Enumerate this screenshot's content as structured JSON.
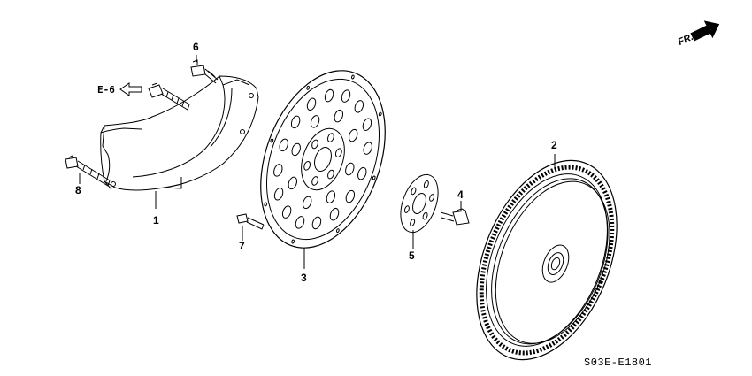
{
  "callouts": {
    "c1": "1",
    "c2": "2",
    "c3": "3",
    "c4": "4",
    "c5": "5",
    "c6": "6",
    "c7": "7",
    "c8": "8"
  },
  "reference_label": "E-6",
  "front_label": "FR.",
  "diagram_code": "S03E-E1801",
  "colors": {
    "line": "#000000",
    "background": "#ffffff"
  },
  "icons": [
    "front-direction-arrow-icon",
    "reference-arrow-icon"
  ]
}
